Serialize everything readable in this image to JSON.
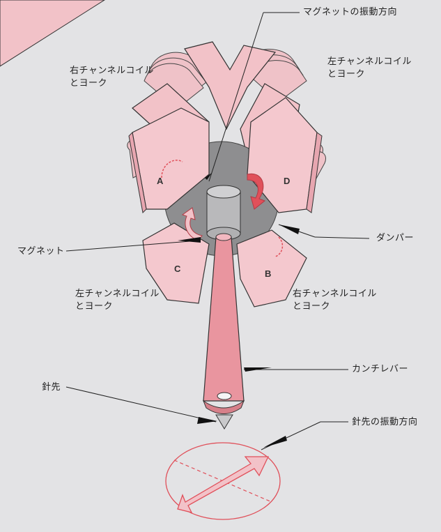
{
  "labels": {
    "magnet_vibration_direction": "マグネットの振動方向",
    "right_channel_coil_top": [
      "右チャンネルコイル",
      "とヨーク"
    ],
    "left_channel_coil_top": [
      "左チャンネルコイル",
      "とヨーク"
    ],
    "damper": "ダンパー",
    "magnet": "マグネット",
    "left_channel_coil_bottom": [
      "左チャンネルコイル",
      "とヨーク"
    ],
    "right_channel_coil_bottom": [
      "右チャンネルコイル",
      "とヨーク"
    ],
    "cantilever": "カンチレバー",
    "stylus_tip": "針先",
    "stylus_vibration_direction": "針先の振動方向"
  },
  "coil_letters": [
    "A",
    "B",
    "C",
    "D"
  ],
  "colors": {
    "background": "#e3e3e5",
    "pink": "#f2c2c8",
    "pink_dark": "#e7a6b0",
    "red": "#e0505a",
    "damper_gray": "#8e8e90",
    "line": "#222222"
  }
}
